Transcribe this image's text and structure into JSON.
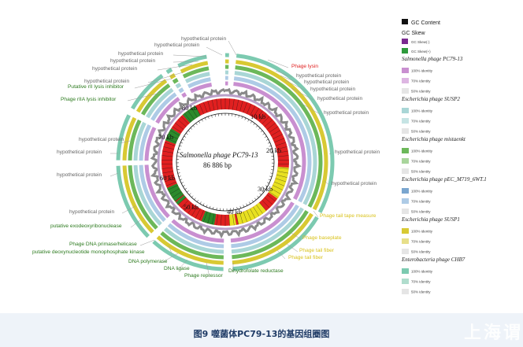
{
  "center": {
    "species": "Salmonella phage PC79-13",
    "length": "86 886 bp"
  },
  "kb_ticks": [
    "10 kb",
    "20 kb",
    "30 kb",
    "40 kb",
    "50 kb",
    "60 kb",
    "70 kb",
    "80 kb"
  ],
  "legend": {
    "gc_content": "GC Content",
    "gc_skew": "GC Skew",
    "gc_skew_neg": "GC Skew(-)",
    "gc_skew_pos": "GC Skew(+)",
    "identity_100": "100% identity",
    "identity_70": "70% identity",
    "identity_50": "50% identity",
    "species": [
      "Salmonella phage PC79-13",
      "Escherichia phage SUSP2",
      "Escherichia phage mistaenkt",
      "Escherichia phage pEC_M719_6WT.1",
      "Escherichia phage SUSP1",
      "Enterobacteria phage CHB7"
    ],
    "colors": {
      "gc_content": "#111111",
      "gc_skew_neg": "#7a2a8f",
      "gc_skew_pos": "#2e9a3c",
      "species_sets": [
        [
          "#c98fd0",
          "#ddb6e2",
          "#e5e5e5"
        ],
        [
          "#a9d6d6",
          "#c6e4e4",
          "#e5e5e5"
        ],
        [
          "#6cb85a",
          "#a9d59c",
          "#e5e5e5"
        ],
        [
          "#7aa6cf",
          "#aecbe6",
          "#e5e5e5"
        ],
        [
          "#d8c933",
          "#e7df8a",
          "#e5e5e5"
        ],
        [
          "#7ccab0",
          "#b0ddcd",
          "#e5e5e5"
        ]
      ]
    }
  },
  "annotations": {
    "gray": [
      "hypothetical protein",
      "hypothetical protein",
      "hypothetical protein",
      "hypothetical protein",
      "hypothetical protein",
      "hypothetical protein",
      "hypothetical protein",
      "hypothetical protein",
      "hypothetical protein",
      "hypothetical protein",
      "hypothetical protein",
      "hypothetical protein",
      "hypothetical protein",
      "hypothetical protein",
      "hypothetical protein",
      "hypothetical protein",
      "hypothetical protein"
    ],
    "red": [
      "Phage lysin"
    ],
    "green": [
      "Putative rII lysis inhibitor",
      "Phage rIIA lysis inhibitor",
      "putative exodeoxyribonuclease",
      "Phage DNA primase/helicase",
      "putative deoxynucleotide monophosphate kinase",
      "DNA polymerase",
      "DNA ligase",
      "Phage repressor",
      "Dihydrofolate reductase"
    ],
    "yellow": [
      "Phage tail tape measure",
      "Phage baseplate",
      "Phage tail fiber",
      "Phage tail fiber"
    ]
  },
  "caption": "图9 噬菌体PC79-13的基因组圈图",
  "watermark": "上海谓",
  "colors": {
    "gene_red": "#e02020",
    "gene_yellow": "#e8e020",
    "gene_green": "#2c8a2c",
    "label_gray": "#666666",
    "label_red": "#e02020",
    "label_green": "#2c7a1e",
    "label_yellow": "#d9c21a"
  }
}
